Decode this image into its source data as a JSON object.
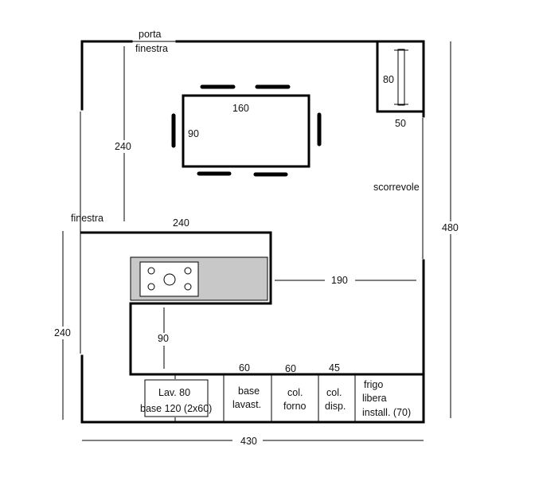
{
  "labels": {
    "door": "porta",
    "door_window": "finestra",
    "window": "finestra",
    "sliding": "scorrevole"
  },
  "dims": {
    "table_w": "160",
    "table_h": "90",
    "left_upper": "240",
    "right_total": "480",
    "cabinet_h": "80",
    "cabinet_w": "50",
    "island_w": "240",
    "right_gap": "190",
    "left_lower": "240",
    "island_to_counter": "90",
    "bottom_total": "430",
    "col_60a": "60",
    "col_60b": "60",
    "col_45": "45"
  },
  "modules": {
    "lav": "Lav. 80",
    "base_120": "base 120 (2x60)",
    "base_lav_1": "base",
    "base_lav_2": "lavast.",
    "forno_1": "col.",
    "forno_2": "forno",
    "disp_1": "col.",
    "disp_2": "disp.",
    "frigo_1": "frigo",
    "frigo_2": "libera",
    "frigo_3": "install. (70)"
  },
  "colors": {
    "wall": "#000000",
    "counter": "#c8c8c8",
    "background": "#ffffff"
  }
}
